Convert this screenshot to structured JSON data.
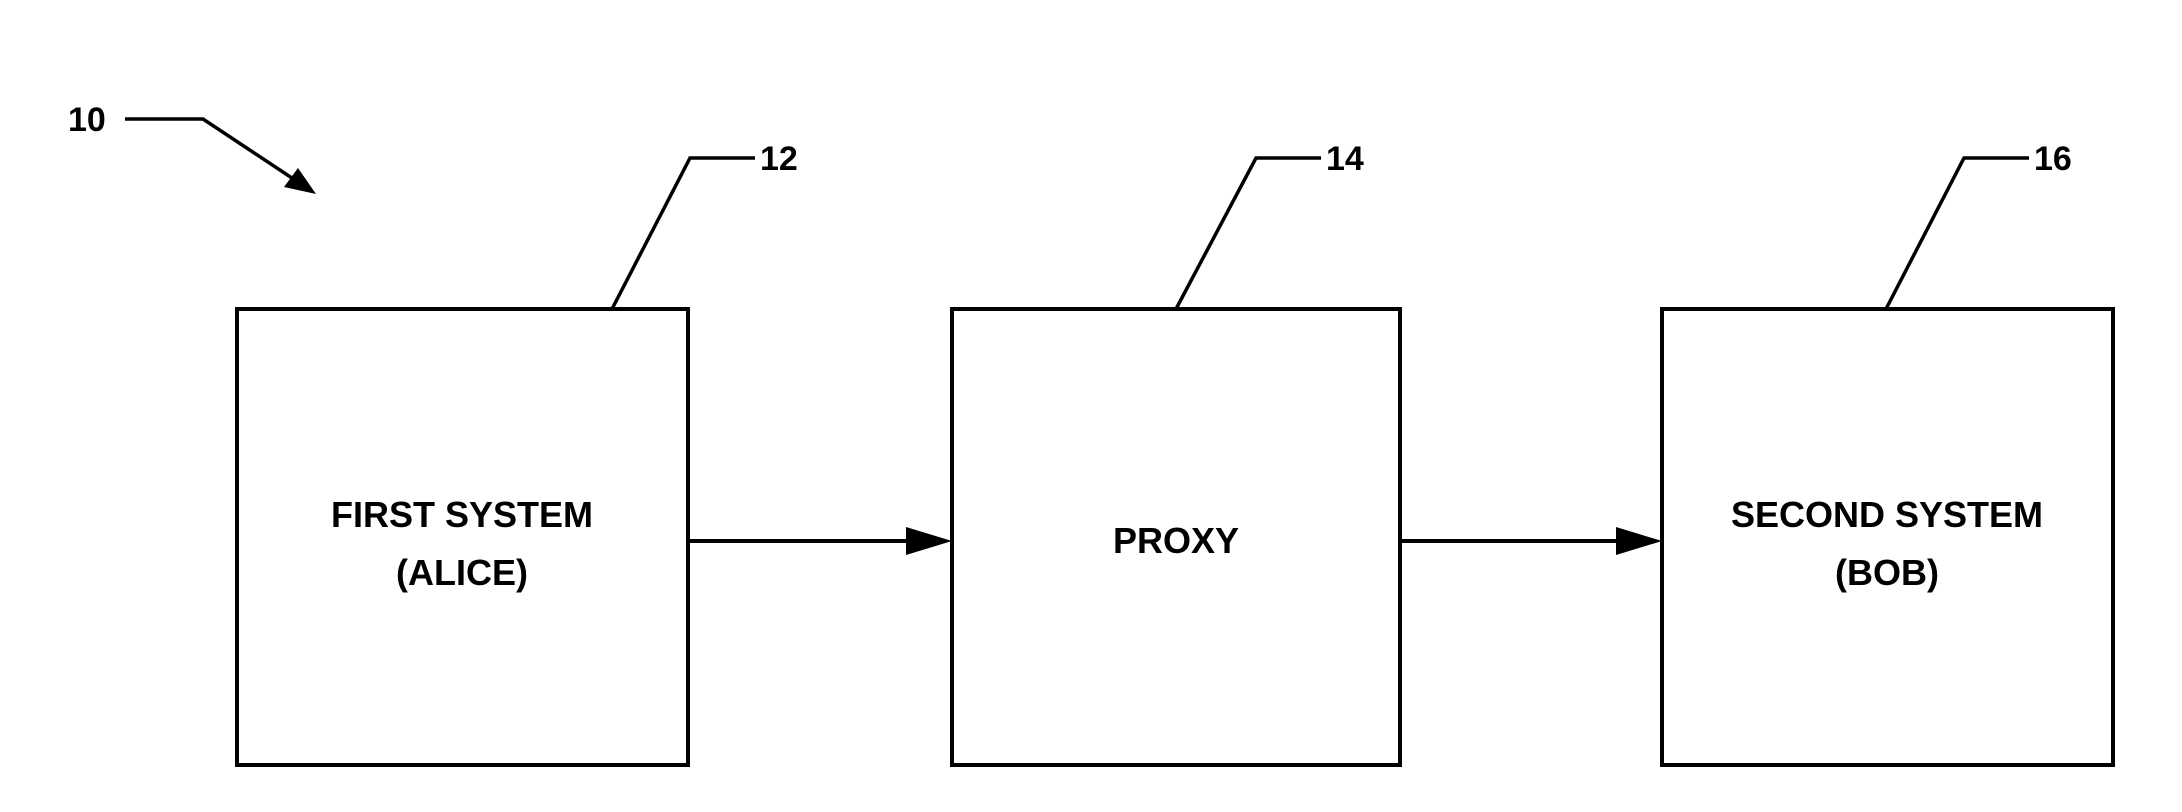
{
  "figure": {
    "reference": "10",
    "blocks": [
      {
        "ref": "12",
        "line1": "FIRST SYSTEM",
        "line2": "(ALICE)"
      },
      {
        "ref": "14",
        "line1": "PROXY",
        "line2": ""
      },
      {
        "ref": "16",
        "line1": "SECOND SYSTEM",
        "line2": "(BOB)"
      }
    ]
  }
}
